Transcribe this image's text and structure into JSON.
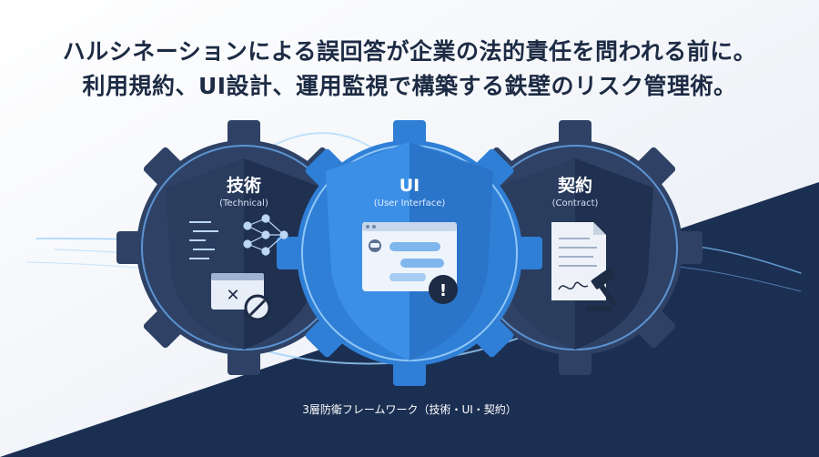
{
  "headline": {
    "line1": "ハルシネーションによる誤回答が企業の法的責任を問われる前に。",
    "line2": "利用規約、UI設計、運用監視で構築する鉄壁のリスク管理術。"
  },
  "layers": [
    {
      "title": "技術",
      "subtitle": "(Technical)",
      "color": "#3d5478",
      "icons": [
        "code-lines-icon",
        "neural-network-icon",
        "error-window-icon",
        "prohibited-icon"
      ]
    },
    {
      "title": "UI",
      "subtitle": "(User Interface)",
      "color": "#2f7fd6",
      "icons": [
        "chat-window-icon",
        "robot-avatar-icon",
        "warning-icon"
      ]
    },
    {
      "title": "契約",
      "subtitle": "(Contract)",
      "color": "#3d5478",
      "icons": [
        "document-icon",
        "signature-icon",
        "gavel-icon"
      ]
    }
  ],
  "caption": "3層防衛フレームワーク（技術・UI・契約）"
}
